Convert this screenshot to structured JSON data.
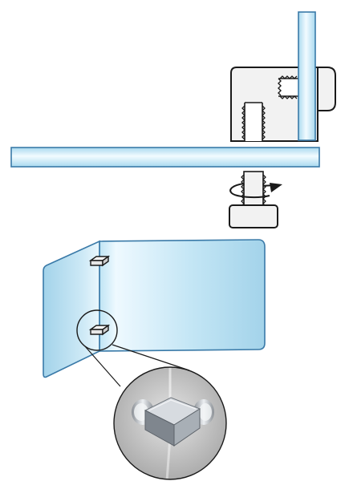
{
  "figure": {
    "kind": "technical-illustration",
    "subject": "glass-panel-corner-clamp-assembly",
    "views": [
      {
        "id": "clamp-section-view",
        "parts": [
          "vertical-glass-panel",
          "clamp-block",
          "threaded-holes",
          "horizontal-glass-panel"
        ]
      },
      {
        "id": "screw-detail-view",
        "parts": [
          "set-screw",
          "rotation-arrow",
          "screw-head"
        ]
      },
      {
        "id": "panel-assembly-view",
        "parts": [
          "left-glass-panel",
          "right-glass-panel",
          "clamp-blocks",
          "detail-callout-circle"
        ]
      },
      {
        "id": "magnified-detail-view",
        "parts": [
          "corner-clamp-block",
          "magnifier-circle"
        ]
      }
    ],
    "rotation_direction": "counter-clockwise-arrow",
    "colors": {
      "glass_fill": "#cfeaf6",
      "glass_stroke": "#3a7aa8",
      "metal_fill": "#f2f2f2",
      "metal_stroke": "#1a1a1a",
      "magnifier_bg": "#bdbdbd",
      "clamp_top": "#cfd3d8",
      "clamp_side": "#7d848c"
    }
  }
}
